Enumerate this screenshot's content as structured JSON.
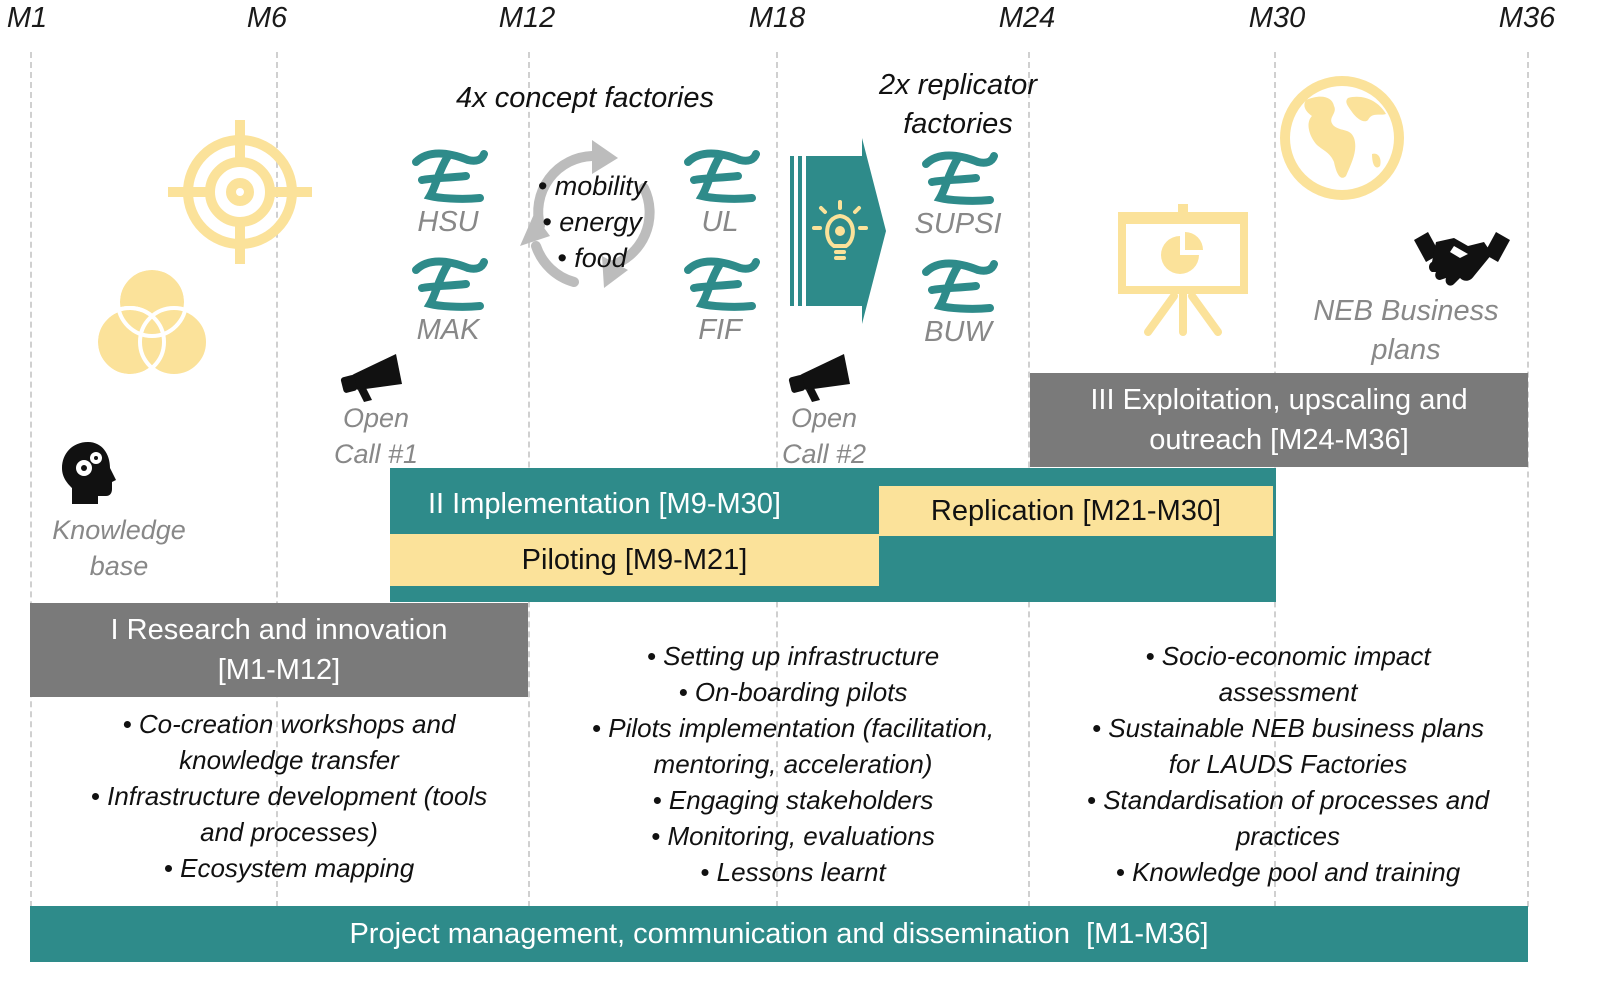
{
  "timeline": {
    "months": [
      "M1",
      "M6",
      "M12",
      "M18",
      "M24",
      "M30",
      "M36"
    ]
  },
  "labels": {
    "knowledge_base": "Knowledge base",
    "open_call_1": "Open Call #1",
    "open_call_2": "Open Call #2",
    "concept_factories": "4x concept factories",
    "replicator_factories": "2x replicator factories",
    "neb_business_plans": "NEB Business plans"
  },
  "factories": {
    "hsu": "HSU",
    "mak": "MAK",
    "ul": "UL",
    "fif": "FIF",
    "supsi": "SUPSI",
    "buw": "BUW"
  },
  "cycle_items": [
    "• mobility",
    "• energy",
    "• food"
  ],
  "phases": {
    "research": "I Research and innovation [M1-M12]",
    "implementation": "II Implementation [M9-M30]",
    "piloting": "Piloting [M9-M21]",
    "replication": "Replication [M21-M30]",
    "exploitation": "III Exploitation, upscaling and outreach [M24-M36]",
    "management": "Project management, communication and dissemination  [M1-M36]"
  },
  "bullets": {
    "research": [
      "• Co-creation workshops and",
      "knowledge transfer",
      "• Infrastructure development (tools",
      "and processes)",
      "• Ecosystem mapping"
    ],
    "implementation": [
      "• Setting up infrastructure",
      "• On-boarding pilots",
      "• Pilots implementation (facilitation,",
      "mentoring, acceleration)",
      "• Engaging stakeholders",
      "• Monitoring, evaluations",
      "• Lessons learnt"
    ],
    "exploitation": [
      "• Socio-economic impact",
      "assessment",
      "• Sustainable NEB business plans",
      "for LAUDS Factories",
      "• Standardisation of processes and",
      "practices",
      "• Knowledge pool and training"
    ]
  },
  "colors": {
    "teal": "#2e8b8a",
    "gray": "#7a7a7a",
    "yellow": "#fbe29a",
    "icon_yellow": "#fbe29a"
  },
  "icons": [
    "target-icon",
    "venn-icon",
    "head-gears-icon",
    "megaphone-icon",
    "lauds-logo-icon",
    "cycle-arrows-icon",
    "lightbulb-arrow-icon",
    "presentation-board-icon",
    "globe-icon",
    "handshake-icon"
  ]
}
